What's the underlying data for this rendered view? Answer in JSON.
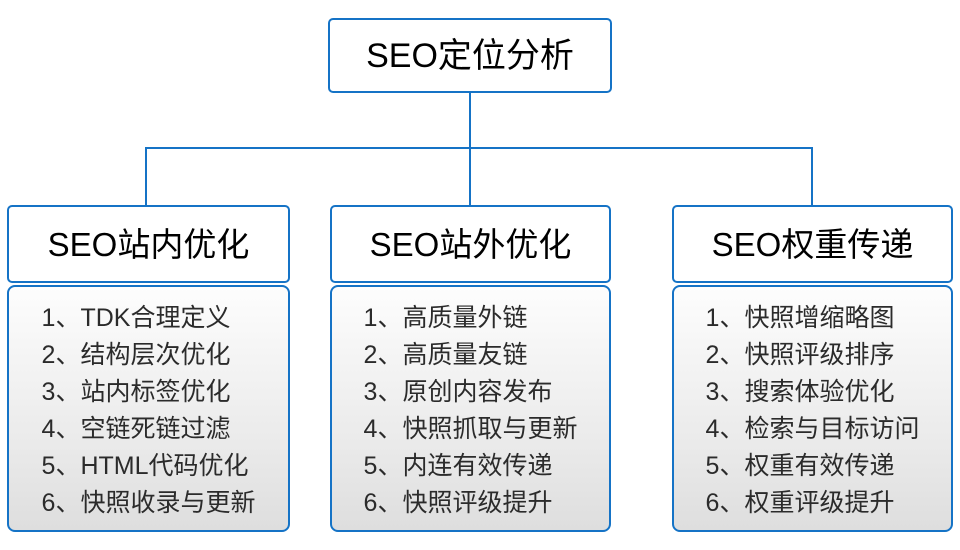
{
  "diagram": {
    "type": "org-tree",
    "accent_color": "#1573C6",
    "text_color": "#000000",
    "item_text_color": "#2b2b2b",
    "body_gradient_top": "#fdfdfd",
    "body_gradient_bottom": "#dedede",
    "root": {
      "label": "SEO定位分析"
    },
    "branches": [
      {
        "header": "SEO站内优化",
        "items": [
          "1、TDK合理定义",
          "2、结构层次优化",
          "3、站内标签优化",
          "4、空链死链过滤",
          "5、HTML代码优化",
          "6、快照收录与更新"
        ]
      },
      {
        "header": "SEO站外优化",
        "items": [
          "1、高质量外链",
          "2、高质量友链",
          "3、原创内容发布",
          "4、快照抓取与更新",
          "5、内连有效传递",
          "6、快照评级提升"
        ]
      },
      {
        "header": "SEO权重传递",
        "items": [
          "1、快照增缩略图",
          "2、快照评级排序",
          "3、搜索体验优化",
          "4、检索与目标访问",
          "5、权重有效传递",
          "6、权重评级提升"
        ]
      }
    ]
  }
}
